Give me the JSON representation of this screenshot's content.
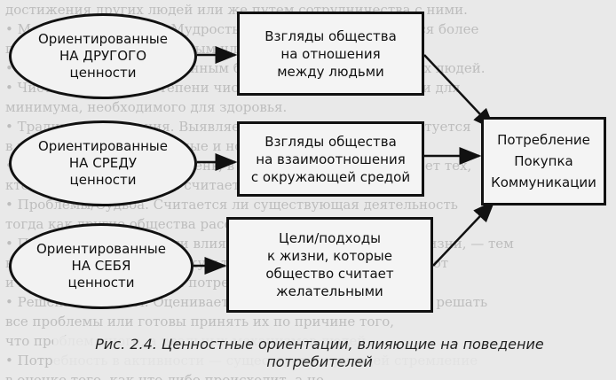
{
  "diagram": {
    "left": [
      {
        "lines": [
          "Ориентированные",
          "НА ДРУГОГО",
          "ценности"
        ]
      },
      {
        "lines": [
          "Ориентированные",
          "НА СРЕДУ",
          "ценности"
        ]
      },
      {
        "lines": [
          "Ориентированные",
          "НА СЕБЯ",
          "ценности"
        ]
      }
    ],
    "middle": [
      {
        "lines": [
          "Взгляды общества",
          "на отношения",
          "между людьми"
        ]
      },
      {
        "lines": [
          "Взгляды общества",
          "на взаимоотношения",
          "с окружающей средой"
        ]
      },
      {
        "lines": [
          "Цели/подходы",
          "к жизни, которые",
          "общество считает",
          "желательными"
        ]
      }
    ],
    "right": {
      "lines": [
        "Потребление",
        "Покупка",
        "Коммуникации"
      ]
    }
  },
  "caption": {
    "line1": "Рис. 2.4. Ценностные ориентации, влияющие на поведение",
    "line2": "потребителей"
  }
}
